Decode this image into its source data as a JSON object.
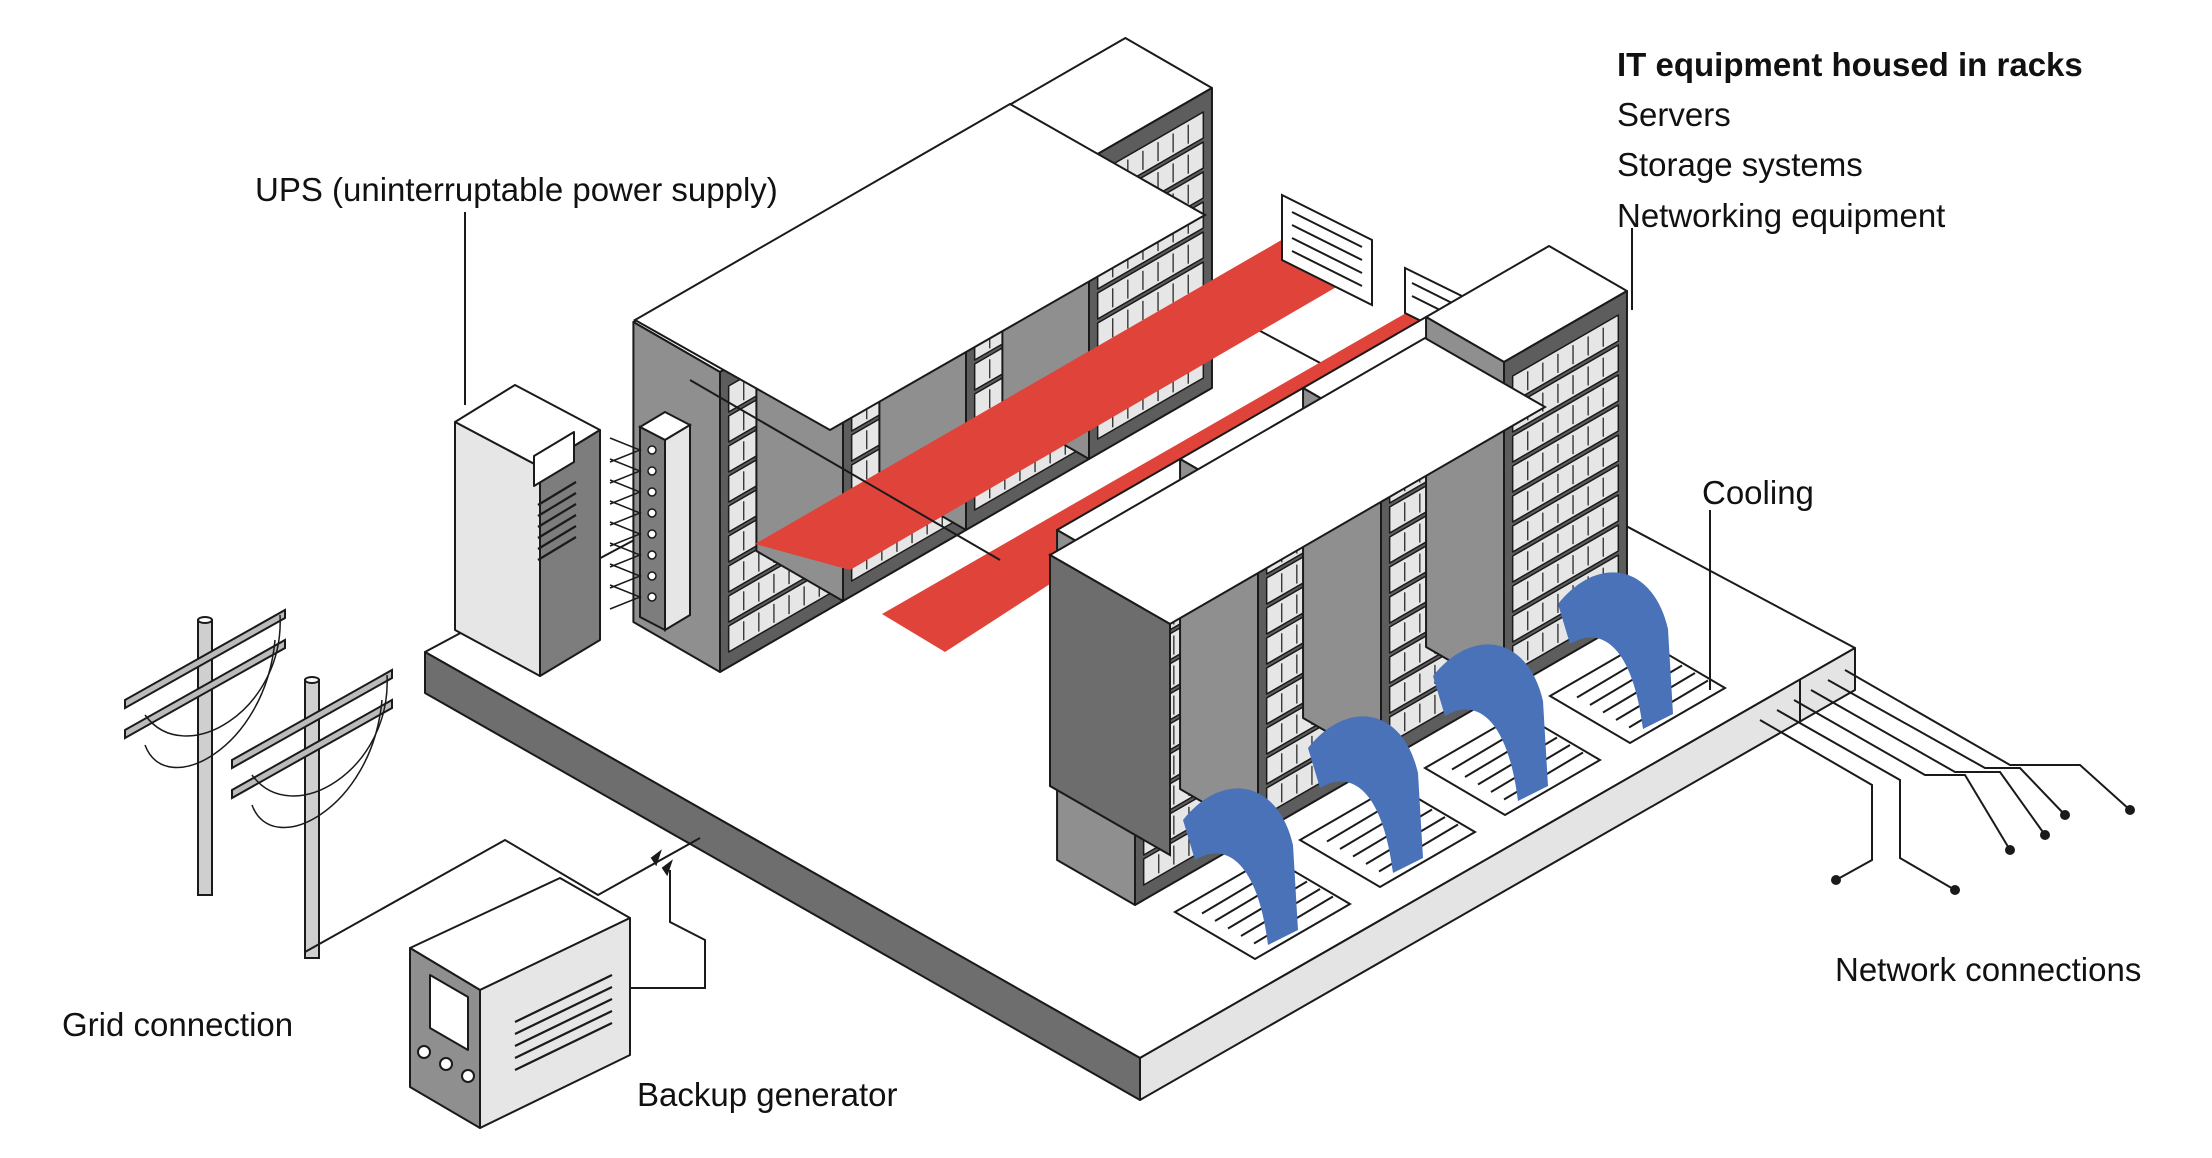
{
  "labels": {
    "ups": "UPS (uninterruptable power supply)",
    "grid": "Grid connection",
    "generator": "Backup generator",
    "cooling": "Cooling",
    "network": "Network connections"
  },
  "it_equipment": {
    "title": "IT equipment housed in racks",
    "items": [
      "Servers",
      "Storage systems",
      "Networking equipment"
    ]
  },
  "colors": {
    "hot_aisle": "#e0433a",
    "cold_air": "#4a72b8",
    "rack_dark": "#5d5d5d",
    "rack_side": "#8f8f8f",
    "panel_light": "#e6e6e6",
    "slab_side": "#7a7a7a",
    "line": "#1a1a1a"
  },
  "icons": [
    "ups-cabinet-icon",
    "utility-pole-icon",
    "generator-icon",
    "server-rack-icon",
    "vent-icon"
  ]
}
